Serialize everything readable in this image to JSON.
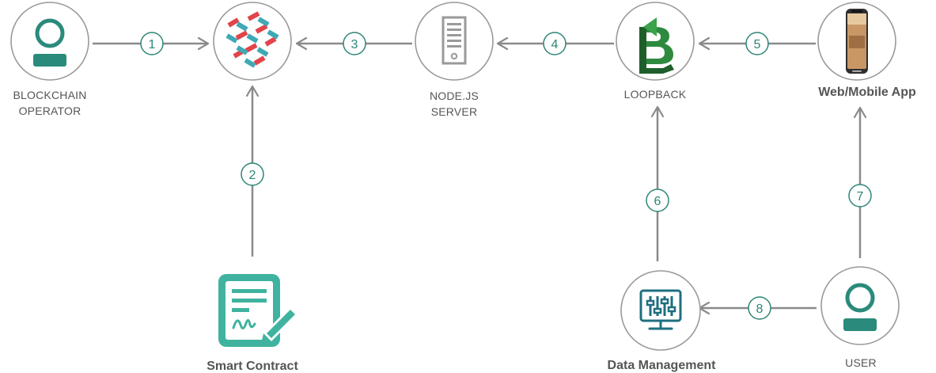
{
  "nodes": {
    "operator": {
      "label_lines": [
        "BLOCKCHAIN",
        "OPERATOR"
      ],
      "icon": "user-icon"
    },
    "blockchain": {
      "icon": "hyperledger-icon"
    },
    "nodejs": {
      "label_lines": [
        "NODE.JS",
        "SERVER"
      ],
      "icon": "server-icon"
    },
    "loopback": {
      "label_lines": [
        "LOOPBACK"
      ],
      "icon": "loopback-logo"
    },
    "app": {
      "label_lines": [
        "Web/Mobile App"
      ],
      "icon": "smartphone-icon"
    },
    "contract": {
      "label_lines": [
        "Smart Contract"
      ],
      "icon": "contract-signature-icon"
    },
    "datamgmt": {
      "label_lines": [
        "Data Management"
      ],
      "icon": "monitor-sliders-icon"
    },
    "user": {
      "label_lines": [
        "USER"
      ],
      "icon": "user-icon"
    }
  },
  "steps": [
    "1",
    "2",
    "3",
    "4",
    "5",
    "6",
    "7",
    "8"
  ],
  "colors": {
    "teal": "#2a8a7b",
    "badge": "#2d8577",
    "line": "#8a8a8a",
    "ring": "#9a9a9a",
    "label": "#555555",
    "brick_red": "#e0454b",
    "brick_teal": "#3fa9b5",
    "loopback_green": "#2e8a3e",
    "loopback_dark": "#1f5e2b"
  }
}
